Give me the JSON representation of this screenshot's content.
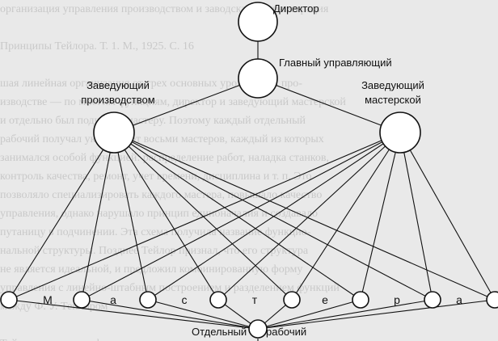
{
  "labels": {
    "director": "Директор",
    "general_manager": "Главный управляющий",
    "production_head_line1": "Заведующий",
    "production_head_line2": "производством",
    "workshop_head_line1": "Заведующий",
    "workshop_head_line2": "мастерской",
    "worker_word1": "Отдельный",
    "worker_word2": "рабочий"
  },
  "masters_letters": [
    "М",
    "а",
    "с",
    "т",
    "е",
    "р",
    "а"
  ],
  "background_text": [
    "организация управления производством и заводская администрация",
    "",
    "Принципы Тейлора. Т. 1. М., 1925. С. 16",
    "",
    "шая линейная организация от трех основных уровней, а в про-",
    "изводстве — по многим функциям, директор и заведующий мастерской",
    "и отдельно был подчинен мастеру. Поэтому каждый отдельный",
    "рабочий получал указания от восьми мастеров, каждый из которых",
    "занимался особой функцией: распределение работ, наладка станков,",
    "контроль качества, ремонт, учет времени, дисциплина и т. п. Это",
    "позволяло специализировать каждого мастера, повышало качество",
    "управления, однако нарушало принцип единоначалия и создавало",
    "путаницу в подчинении. Эта схема получила название функцио-",
    "нальной структуры. Позднее Тейлор признал, что его структура",
    "не является идеальной, и предложил комбинированную форму",
    "управления с линейно-штабным построением и разделением функций",
    "между Ф. У. Тейлором",
    "",
    "Тейлор считал, что функциональное руководство сокращает время"
  ]
}
